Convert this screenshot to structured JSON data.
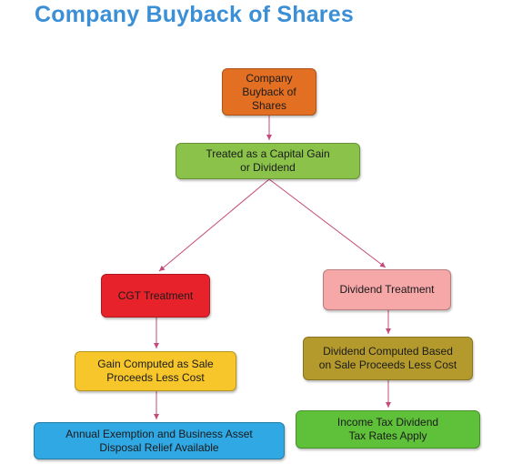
{
  "title": "Company Buyback of Shares",
  "colors": {
    "title": "#3a8fd6",
    "arrow": "#c44a7a"
  },
  "nodes": {
    "buyback": {
      "lines": [
        "Company",
        "Buyback of",
        "Shares"
      ],
      "color": "#e36f22"
    },
    "treated": {
      "lines": [
        "Treated as a Capital Gain",
        "or Dividend"
      ],
      "color": "#8bc34a"
    },
    "cgt_treatment": {
      "lines": [
        "CGT Treatment"
      ],
      "color": "#e8222b"
    },
    "dividend_treatment": {
      "lines": [
        "Dividend Treatment"
      ],
      "color": "#f6a7a8"
    },
    "gain_computed": {
      "lines": [
        "Gain Computed as Sale",
        "Proceeds Less Cost"
      ],
      "color": "#f7c62a"
    },
    "dividend_computed": {
      "lines": [
        "Dividend Computed Based",
        "on Sale Proceeds Less Cost"
      ],
      "color": "#b49a2c"
    },
    "annual_exemption": {
      "lines": [
        "Annual Exemption and Business Asset",
        "Disposal Relief Available"
      ],
      "color": "#30a8e3"
    },
    "income_tax": {
      "lines": [
        "Income Tax Dividend",
        "Tax Rates Apply"
      ],
      "color": "#5fc13a"
    }
  },
  "edges": [
    {
      "from": "buyback",
      "to": "treated"
    },
    {
      "from": "treated",
      "to": "cgt_treatment"
    },
    {
      "from": "treated",
      "to": "dividend_treatment"
    },
    {
      "from": "cgt_treatment",
      "to": "gain_computed"
    },
    {
      "from": "gain_computed",
      "to": "annual_exemption"
    },
    {
      "from": "dividend_treatment",
      "to": "dividend_computed"
    },
    {
      "from": "dividend_computed",
      "to": "income_tax"
    }
  ]
}
